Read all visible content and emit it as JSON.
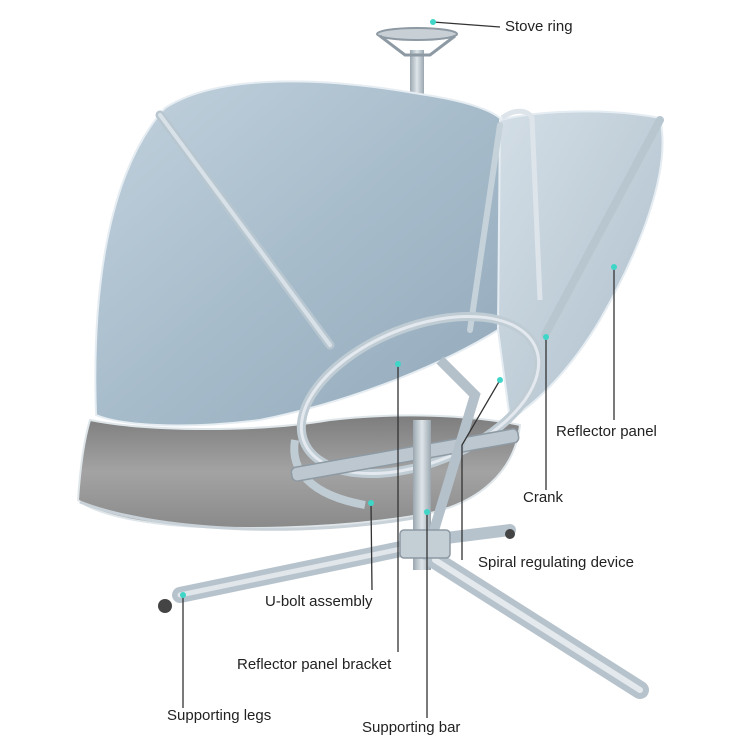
{
  "labels": {
    "stove_ring": "Stove ring",
    "reflector_panel": "Reflector panel",
    "crank": "Crank",
    "spiral_regulating_device": "Spiral regulating device",
    "u_bolt_assembly": "U-bolt assembly",
    "reflector_panel_bracket": "Reflector panel bracket",
    "supporting_legs": "Supporting legs",
    "supporting_bar": "Supporting bar"
  },
  "colors": {
    "callout_dot": "#3fd6c8",
    "leader_line": "#333333",
    "dish_back": "#a9bccc",
    "dish_inner": "#8f8f8f",
    "frame": "#b7c3cc"
  }
}
